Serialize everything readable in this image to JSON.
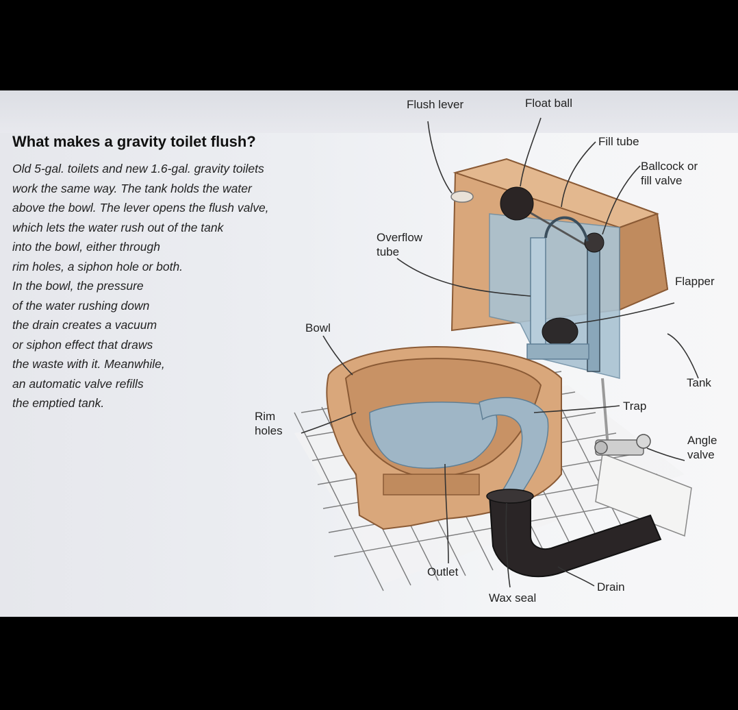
{
  "heading": "What makes a gravity toilet flush?",
  "body_lines": [
    "Old 5-gal. toilets and new 1.6-gal. gravity toilets",
    "work the same way. The tank holds the water",
    "above the bowl. The lever opens the flush valve,",
    "which lets the water rush out of the tank",
    "into the bowl, either through",
    "rim holes, a siphon hole or both.",
    "In the bowl, the pressure",
    "of the water rushing down",
    "the drain creates a vacuum",
    "or siphon effect that draws",
    "the waste with it. Meanwhile,",
    "an automatic valve refills",
    "the emptied tank."
  ],
  "labels": {
    "flush_lever": "Flush lever",
    "float_ball": "Float ball",
    "fill_tube": "Fill tube",
    "ballcock": [
      "Ballcock or",
      "fill valve"
    ],
    "overflow_tube": [
      "Overflow",
      "tube"
    ],
    "flapper": "Flapper",
    "bowl": "Bowl",
    "tank": "Tank",
    "trap": "Trap",
    "rim_holes": [
      "Rim",
      "holes"
    ],
    "angle_valve": [
      "Angle",
      "valve"
    ],
    "outlet": "Outlet",
    "wax_seal": "Wax seal",
    "drain": "Drain"
  },
  "colors": {
    "porcelain": "#d9a77b",
    "porcelain_dark": "#b07a4f",
    "water": "#9fb6c6",
    "tank_water": "#a9c2d2",
    "pipe": "#2a2526",
    "float": "#2b2525",
    "grid_line": "#555555"
  }
}
